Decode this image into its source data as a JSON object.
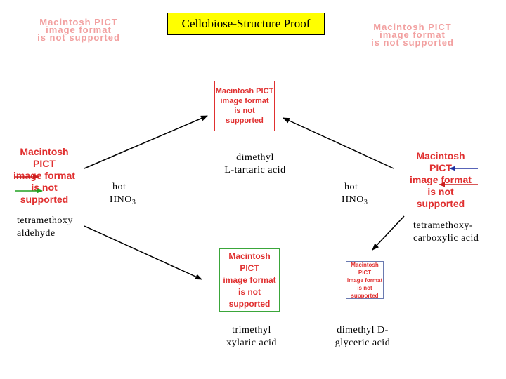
{
  "title": "Cellobiose-Structure Proof",
  "placeholder": {
    "line1": "Macintosh PICT",
    "line2": "image format",
    "line3": "is not supported"
  },
  "labels": {
    "dimethyl_tartaric": [
      "dimethyl",
      "L-tartaric acid"
    ],
    "hot_left": "hot",
    "hno3_left_main": "HNO",
    "hno3_left_sub": "3",
    "hot_right": "hot",
    "hno3_right_main": "HNO",
    "hno3_right_sub": "3",
    "tetramethoxy_aldehyde": [
      "tetramethoxy",
      "aldehyde"
    ],
    "tetramethoxy_carboxylic": [
      "tetramethoxy-",
      "carboxylic acid"
    ],
    "trimethyl_xylaric": [
      "trimethyl",
      "xylaric acid"
    ],
    "dimethyl_glyceric": [
      "dimethyl D-",
      "glyceric acid"
    ]
  },
  "colors": {
    "title_bg": "#ffff00",
    "box_red": "#e03030",
    "box_green": "#3aa63a",
    "box_blue": "#6a7ab0",
    "arrow_red": "#cc2020",
    "arrow_green": "#20a020",
    "arrow_blue": "#2030a0"
  }
}
